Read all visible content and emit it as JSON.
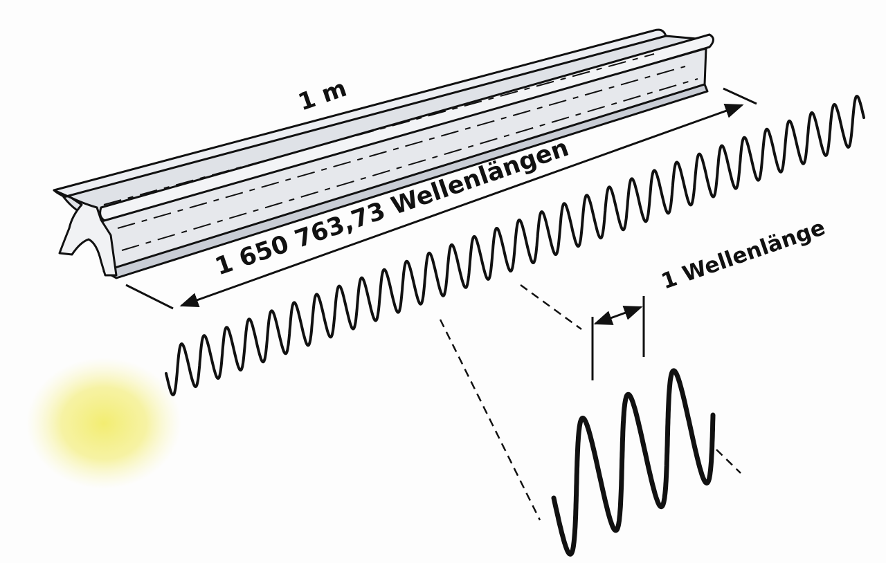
{
  "labels": {
    "bar_length": "1 m",
    "wavelength_count": "1 650 763,73 Wellenlängen",
    "single_wavelength": "1 Wellenlänge"
  },
  "colors": {
    "ink": "#111111",
    "bar_light": "#eceef2",
    "bar_mid": "#d3d7de",
    "bar_shadow": "#b7bcc6",
    "light_source": "#f2ec6a",
    "background": "#fdfdfd"
  },
  "wave": {
    "main_cycles": 31,
    "zoom_cycles": 3
  }
}
